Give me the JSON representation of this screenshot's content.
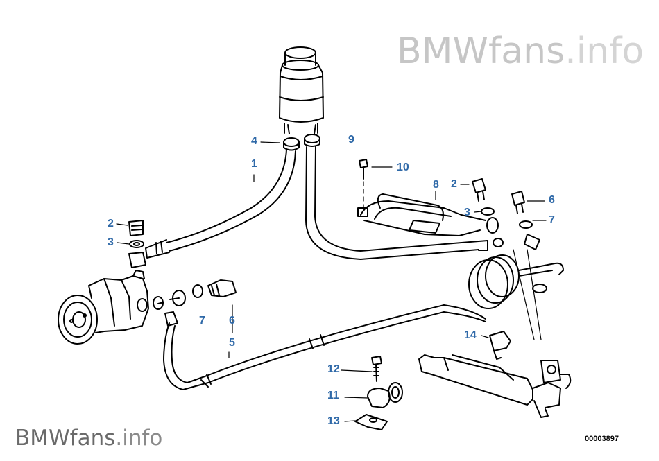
{
  "watermark_top": {
    "brand": "BMWfans",
    "suffix": ".info"
  },
  "watermark_bottom": {
    "brand": "BMWfans",
    "suffix": ".info"
  },
  "diagram_id": "00003897",
  "callouts": {
    "c1": "1",
    "c2a": "2",
    "c2b": "2",
    "c3a": "3",
    "c3b": "3",
    "c4": "4",
    "c5": "5",
    "c6a": "6",
    "c6b": "6",
    "c7a": "7",
    "c7b": "7",
    "c8": "8",
    "c9": "9",
    "c10": "10",
    "c11": "11",
    "c12": "12",
    "c13": "13",
    "c14": "14"
  },
  "colors": {
    "callout": "#2f69a8",
    "line": "#000000",
    "watermark": "#c6c6c6"
  }
}
